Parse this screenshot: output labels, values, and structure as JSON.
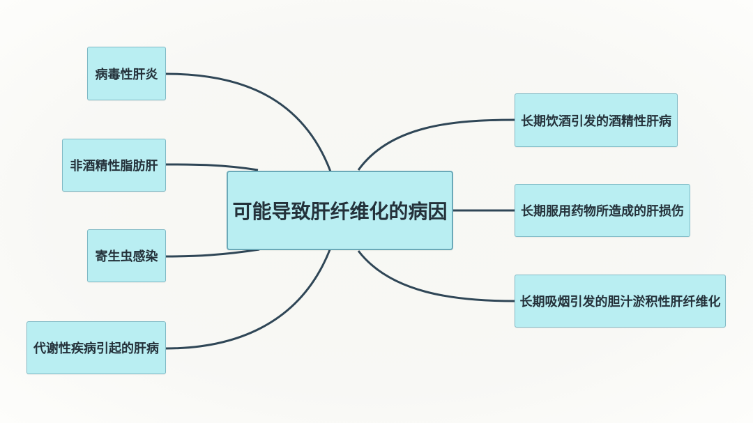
{
  "center": {
    "label": "可能导致肝纤维化的病因"
  },
  "left": [
    {
      "label": "病毒性肝炎"
    },
    {
      "label": "非酒精性脂肪肝"
    },
    {
      "label": "寄生虫感染"
    },
    {
      "label": "代谢性疾病引起的肝病"
    }
  ],
  "right": [
    {
      "label": "长期饮酒引发的酒精性肝病"
    },
    {
      "label": "长期服用药物所造成的肝损伤"
    },
    {
      "label": "长期吸烟引发的胆汁淤积性肝纤维化"
    }
  ],
  "colors": {
    "node_fill": "#b9eef2",
    "node_border": "#7fb9c5",
    "connector": "#2f4656",
    "text": "#24313a"
  }
}
